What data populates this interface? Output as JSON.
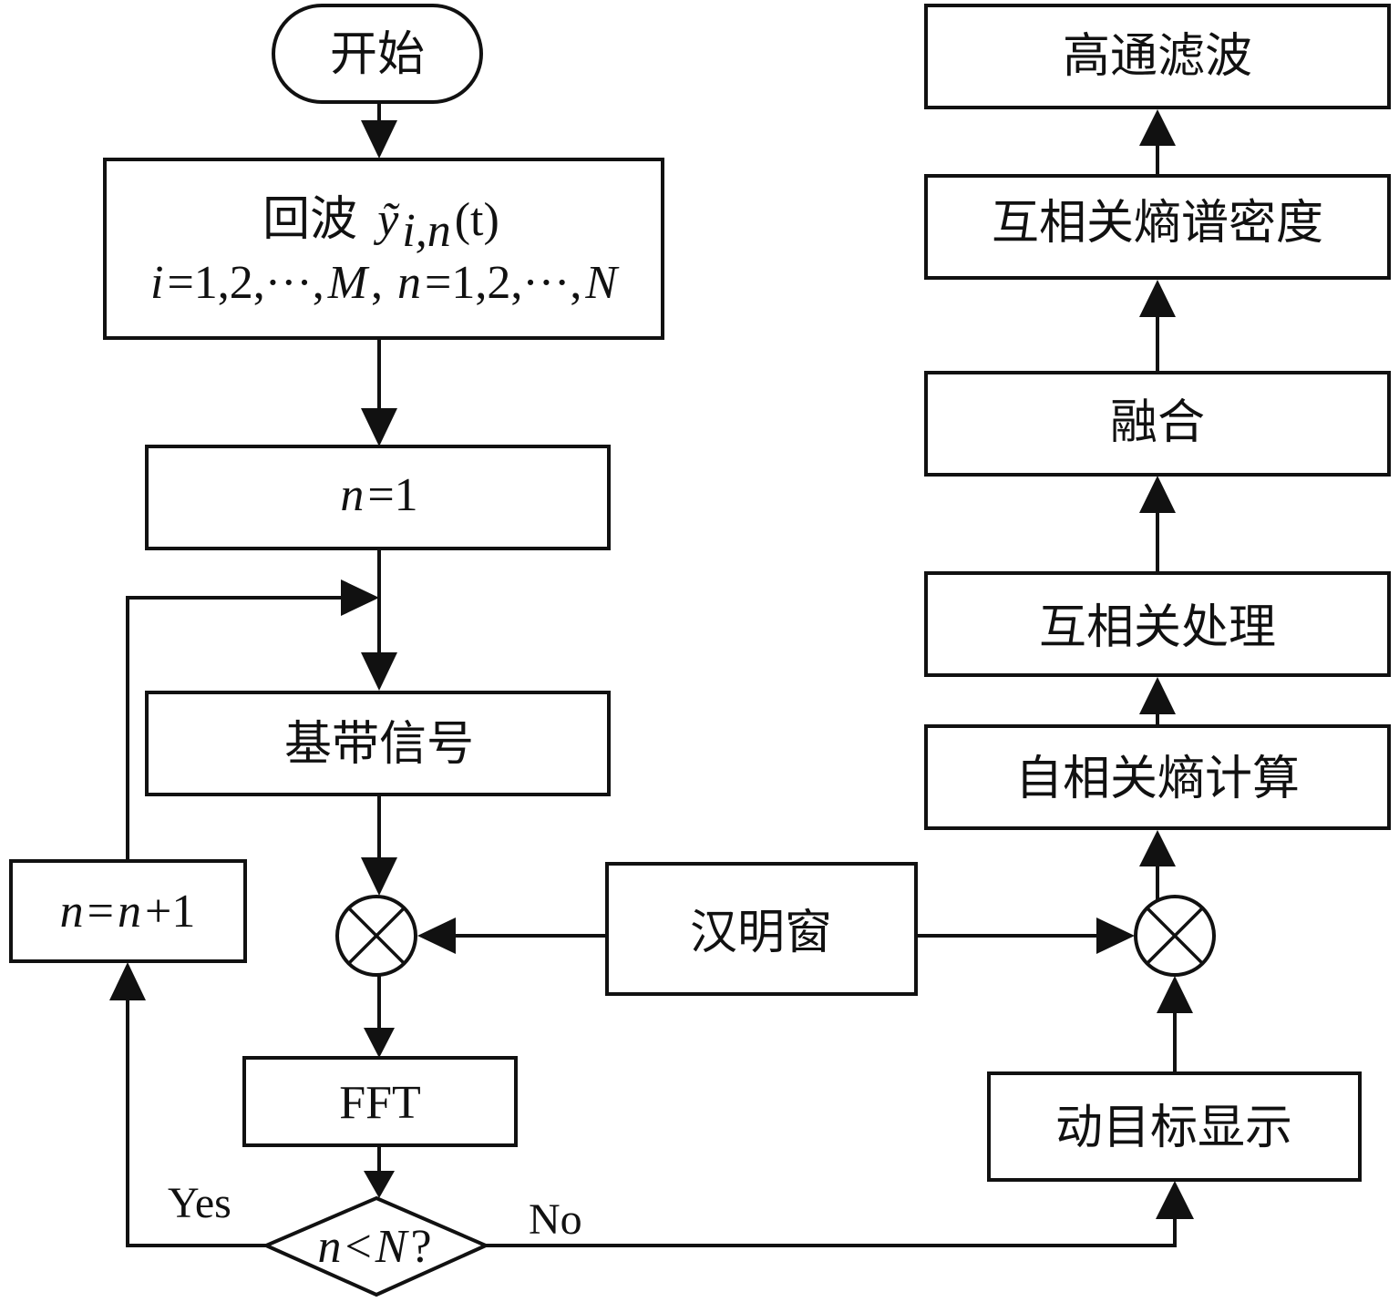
{
  "diagram": {
    "type": "flowchart",
    "nodes": {
      "start": {
        "label": "开始",
        "shape": "terminator"
      },
      "echo": {
        "label_cn": "回波",
        "label_signal": "ỹ",
        "label_subscript": "i,n",
        "label_arg": "(t)",
        "label_range_i_var": "i",
        "label_range_i": "=1,2,···,",
        "label_range_i_end": "M",
        "label_range_sep": ",",
        "label_range_n_var": "n",
        "label_range_n": "=1,2,···,",
        "label_range_n_end": "N",
        "shape": "process"
      },
      "init_n": {
        "var": "n",
        "expr": "=1",
        "shape": "process"
      },
      "baseband": {
        "label": "基带信号",
        "shape": "process"
      },
      "multiply_left": {
        "symbol": "⊗",
        "shape": "multiplier"
      },
      "hamming": {
        "label": "汉明窗",
        "shape": "process"
      },
      "multiply_right": {
        "symbol": "⊗",
        "shape": "multiplier"
      },
      "fft": {
        "label": "FFT",
        "shape": "process"
      },
      "decision": {
        "var": "n",
        "op": "<",
        "bound": "N",
        "q": "?",
        "shape": "decision"
      },
      "increment": {
        "var1": "n",
        "eq": "=",
        "var2": "n",
        "rest": "+1",
        "shape": "process"
      },
      "mti": {
        "label": "动目标显示",
        "shape": "process"
      },
      "autocorr_entropy": {
        "label": "自相关熵计算",
        "shape": "process"
      },
      "crosscorr": {
        "label": "互相关处理",
        "shape": "process"
      },
      "fusion": {
        "label": "融合",
        "shape": "process"
      },
      "cross_entropy_psd": {
        "label": "互相关熵谱密度",
        "shape": "process"
      },
      "highpass": {
        "label": "高通滤波",
        "shape": "process"
      }
    },
    "edge_labels": {
      "yes": "Yes",
      "no": "No"
    },
    "edges": [
      {
        "from": "start",
        "to": "echo"
      },
      {
        "from": "echo",
        "to": "init_n"
      },
      {
        "from": "init_n",
        "to": "baseband"
      },
      {
        "from": "baseband",
        "to": "multiply_left"
      },
      {
        "from": "hamming",
        "to": "multiply_left"
      },
      {
        "from": "hamming",
        "to": "multiply_right"
      },
      {
        "from": "multiply_left",
        "to": "fft"
      },
      {
        "from": "fft",
        "to": "decision"
      },
      {
        "from": "decision",
        "to": "increment",
        "label": "Yes"
      },
      {
        "from": "increment",
        "to": "baseband"
      },
      {
        "from": "decision",
        "to": "mti",
        "label": "No"
      },
      {
        "from": "mti",
        "to": "multiply_right"
      },
      {
        "from": "multiply_right",
        "to": "autocorr_entropy"
      },
      {
        "from": "autocorr_entropy",
        "to": "crosscorr"
      },
      {
        "from": "crosscorr",
        "to": "fusion"
      },
      {
        "from": "fusion",
        "to": "cross_entropy_psd"
      },
      {
        "from": "cross_entropy_psd",
        "to": "highpass"
      }
    ]
  }
}
